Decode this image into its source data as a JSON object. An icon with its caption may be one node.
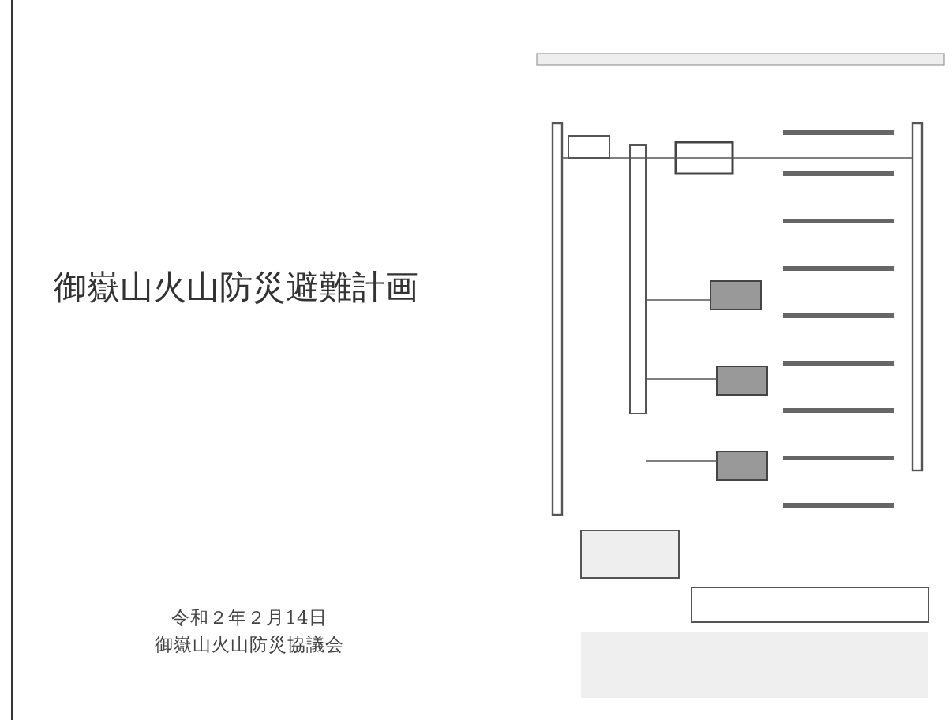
{
  "diagram": {
    "title": "御嶽山火山防災避難計画",
    "labels": [
      "令和２年２月14日",
      "御嶽山火山防災協議会"
    ]
  }
}
